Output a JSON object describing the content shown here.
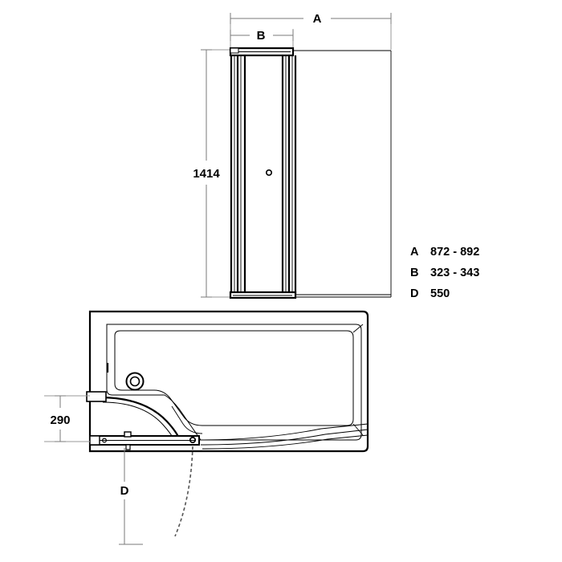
{
  "drawing": {
    "title": "P-shaped shower bath with curved bath screen technical drawing",
    "type": "engineering-dimension-drawing",
    "units": "mm",
    "line_color": "#000000",
    "dimension_color": "#7a7a7a"
  },
  "elevation": {
    "name": "front-elevation-shower-screen",
    "dimensions": {
      "overall_width_label": "A",
      "panel_width_label": "B",
      "height_value": "1414"
    }
  },
  "plan": {
    "name": "plan-view-bath",
    "dimensions": {
      "screen_depth_value": "290",
      "door_swing_label": "D"
    }
  },
  "legend": {
    "rows": [
      {
        "key": "A",
        "value": "872 - 892"
      },
      {
        "key": "B",
        "value": "323 - 343"
      },
      {
        "key": "D",
        "value": "550"
      }
    ]
  }
}
